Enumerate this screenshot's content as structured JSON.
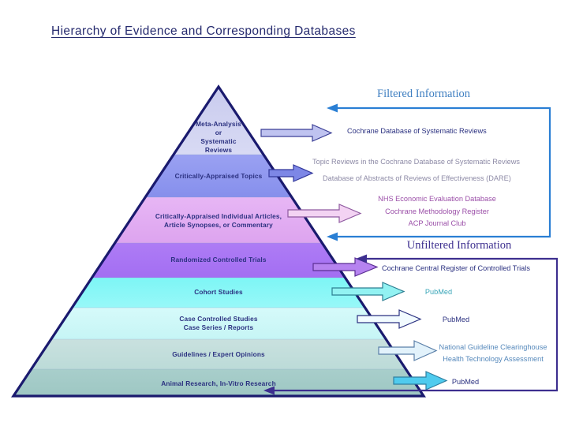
{
  "title": "Hierarchy of Evidence and Corresponding Databases",
  "sections": {
    "filtered": "Filtered Information",
    "unfiltered": "Unfiltered Information"
  },
  "pyramid": {
    "levels": [
      {
        "id": "meta-analysis",
        "lines": [
          "Meta-Analysis",
          "or",
          "Systematic",
          "Reviews"
        ],
        "fill": "#ccceef"
      },
      {
        "id": "critically-appraised-topics",
        "lines": [
          "Critically-Appraised Topics"
        ],
        "fill": "#8f96ee"
      },
      {
        "id": "critically-appraised-individual-articles",
        "lines": [
          "Critically-Appraised Individual Articles,",
          "Article Synopses, or Commentary"
        ],
        "fill": "#e0a8ee"
      },
      {
        "id": "randomized-controlled-trials",
        "lines": [
          "Randomized Controlled Trials"
        ],
        "fill": "#a濃"
      },
      {
        "id": "cohort-studies",
        "lines": [
          "Cohort Studies"
        ],
        "fill": "#88f6f6"
      },
      {
        "id": "case-controlled-studies",
        "lines": [
          "Case Controlled Studies",
          "Case Series / Reports"
        ],
        "fill": "#cdf7f7"
      },
      {
        "id": "guidelines-expert-opinions",
        "lines": [
          "Guidelines / Expert Opinions"
        ],
        "fill": "#c3dedd"
      },
      {
        "id": "animal-research",
        "lines": [
          "Animal Research, In-Vitro Research"
        ],
        "fill": "#a3cbc8"
      }
    ]
  },
  "databases": {
    "cochrane_dsr": "Cochrane Database of Systematic Reviews",
    "topic_reviews": "Topic Reviews in the Cochrane Database of Systematic Reviews",
    "dare": "Database of Abstracts of Reviews of Effectiveness (DARE)",
    "nhs_eed": "NHS Economic Evaluation Database",
    "cochrane_methodology": "Cochrane Methodology Register",
    "acp_journal_club": "ACP Journal Club",
    "central": "Cochrane Central Register of Controlled Trials",
    "pubmed_cohort": "PubMed",
    "pubmed_case": "PubMed",
    "national_guideline": "National Guideline Clearinghouse",
    "health_tech": "Health Technology Assessment",
    "pubmed_animal": "PubMed"
  },
  "colors": {
    "outline": "#1a1a6e",
    "title": "#252a6e",
    "filtered_bracket": "#2a7fd4",
    "unfiltered_bracket": "#3d2f8f",
    "arrow_lavender": "#b9bdf0",
    "arrow_blue": "#6a78e0",
    "arrow_pink": "#f0cdf0",
    "arrow_violet": "#b683f0",
    "arrow_cyan": "#8ef0f0",
    "arrow_white": "#eaf7fb",
    "arrow_skyblue": "#48c8ee"
  }
}
